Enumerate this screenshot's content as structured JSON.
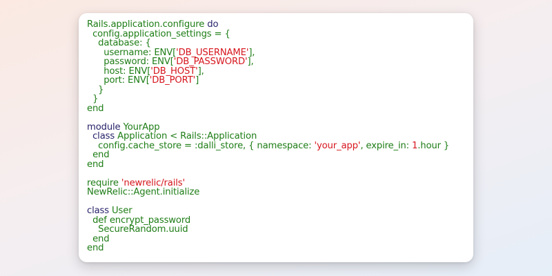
{
  "colors": {
    "code_green": "#1e7d16",
    "string_red": "#d6151d",
    "keyword_navy": "#27236a",
    "plain_black": "#111111",
    "card_background": "#ffffff"
  },
  "code_lines": [
    [
      [
        "Rails.application.configure ",
        "g"
      ],
      [
        "do",
        "b"
      ]
    ],
    [
      [
        "  config.application_settings = {",
        "g"
      ]
    ],
    [
      [
        "    database: {",
        "g"
      ]
    ],
    [
      [
        "      username: ENV[",
        "g"
      ],
      [
        "'DB_USERNAME'",
        "r"
      ],
      [
        "],",
        "g"
      ]
    ],
    [
      [
        "      password: ENV[",
        "g"
      ],
      [
        "'DB_PASSWORD'",
        "r"
      ],
      [
        "],",
        "g"
      ]
    ],
    [
      [
        "      host: ENV[",
        "g"
      ],
      [
        "'DB_HOST'",
        "r"
      ],
      [
        "],",
        "g"
      ]
    ],
    [
      [
        "      port: ENV[",
        "g"
      ],
      [
        "'DB_PORT'",
        "r"
      ],
      [
        "]",
        "g"
      ]
    ],
    [
      [
        "    }",
        "g"
      ]
    ],
    [
      [
        "  }",
        "g"
      ]
    ],
    [
      [
        "end",
        "g"
      ]
    ],
    [
      [
        "",
        "g"
      ]
    ],
    [
      [
        "module ",
        "b"
      ],
      [
        "YourApp",
        "g"
      ]
    ],
    [
      [
        "  class ",
        "b"
      ],
      [
        "Application < Rails::Application",
        "g"
      ]
    ],
    [
      [
        "    config.cache_store = :dalli_store, { namespace: ",
        "g"
      ],
      [
        "'your_app'",
        "r"
      ],
      [
        ", expire_in: ",
        "g"
      ],
      [
        "1",
        "r"
      ],
      [
        ".hour }",
        "g"
      ]
    ],
    [
      [
        "  end",
        "g"
      ]
    ],
    [
      [
        "end",
        "g"
      ]
    ],
    [
      [
        "",
        "g"
      ]
    ],
    [
      [
        "require ",
        "g"
      ],
      [
        "'newrelic/rails'",
        "r"
      ]
    ],
    [
      [
        "NewRelic::Agent.initialize",
        "g"
      ]
    ],
    [
      [
        "",
        "g"
      ]
    ],
    [
      [
        "class ",
        "b"
      ],
      [
        "User",
        "g"
      ]
    ],
    [
      [
        "  def ",
        "g"
      ],
      [
        "encrypt_password",
        "g"
      ]
    ],
    [
      [
        "    SecureRandom.uuid",
        "g"
      ]
    ],
    [
      [
        "  end",
        "g"
      ]
    ],
    [
      [
        "end",
        "g"
      ]
    ]
  ]
}
